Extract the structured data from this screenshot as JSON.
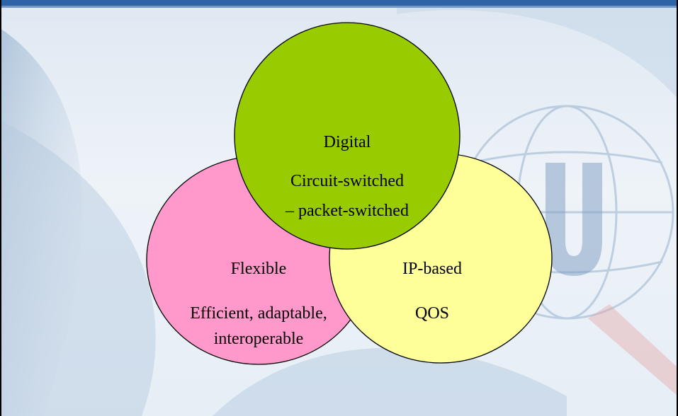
{
  "colors": {
    "header_bar": "#2f63a7",
    "digital_fill": "#99cc00",
    "flexible_fill": "#ff99cc",
    "ip_fill": "#ffff99",
    "outline": "#000000"
  },
  "circles": {
    "digital": {
      "title": "Digital",
      "line1": "Circuit-switched",
      "line2": "– packet-switched"
    },
    "flexible": {
      "title": "Flexible",
      "line1": "Efficient, adaptable,",
      "line2": "interoperable"
    },
    "ip": {
      "title": "IP-based",
      "line1": "QOS"
    }
  }
}
